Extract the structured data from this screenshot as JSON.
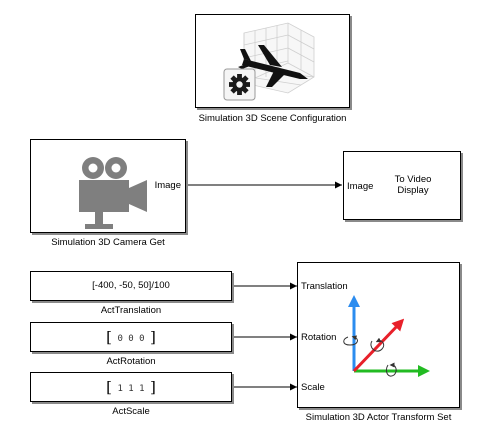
{
  "scene_config": {
    "caption": "Simulation 3D Scene Configuration",
    "icon": "gear-plane-icon"
  },
  "camera_get": {
    "caption": "Simulation 3D Camera Get",
    "output_port": "Image",
    "icon": "video-camera-icon"
  },
  "video_display": {
    "input_port": "Image",
    "label": "To Video Display"
  },
  "act_translation": {
    "value": "[-400, -50, 50]/100",
    "caption": "ActTranslation"
  },
  "act_rotation": {
    "values": [
      "0",
      "0",
      "0"
    ],
    "caption": "ActRotation"
  },
  "act_scale": {
    "values": [
      "1",
      "1",
      "1"
    ],
    "caption": "ActScale"
  },
  "transform_set": {
    "caption": "Simulation 3D Actor Transform Set",
    "ports": {
      "translation": "Translation",
      "rotation": "Rotation",
      "scale": "Scale"
    },
    "icon": "axes-transform-icon"
  },
  "colors": {
    "axis_x": "#22bb22",
    "axis_y": "#2b8cef",
    "arrow": "#e8202a",
    "camera": "#7f7f7f"
  }
}
